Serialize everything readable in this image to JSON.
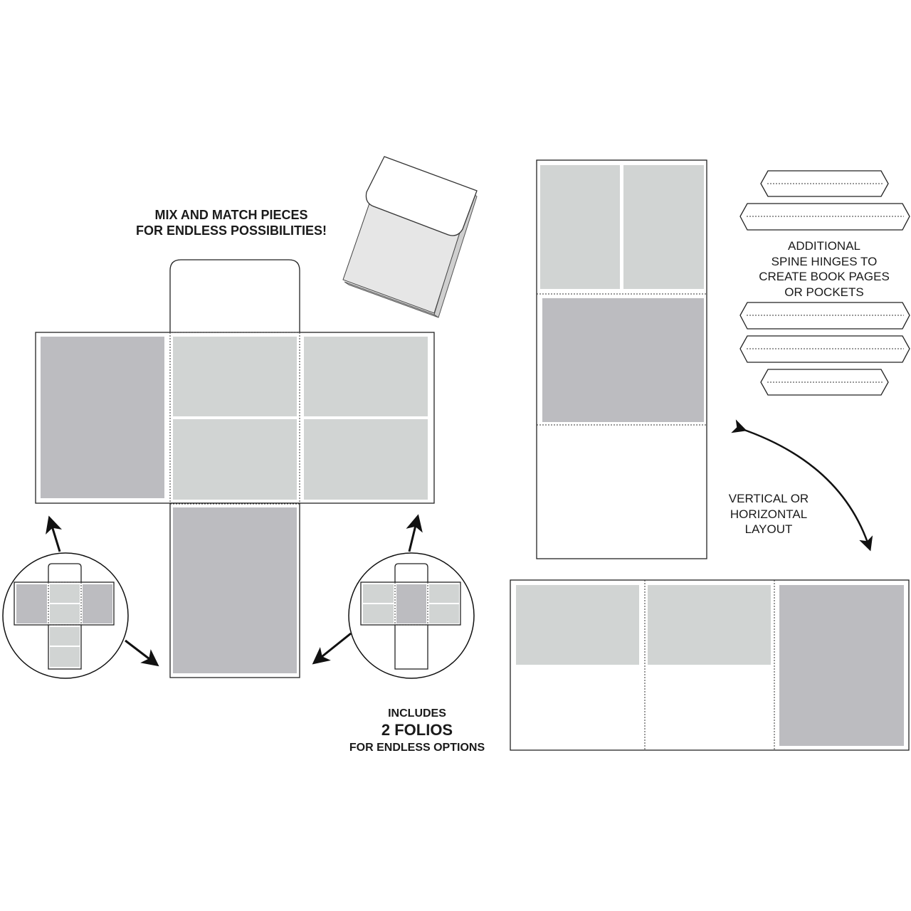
{
  "headline": {
    "line1": "MIX AND MATCH PIECES",
    "line2": "FOR ENDLESS POSSIBILITIES!"
  },
  "hinges_note": {
    "lines": [
      "ADDITIONAL",
      "SPINE HINGES TO",
      "CREATE BOOK PAGES",
      "OR POCKETS"
    ]
  },
  "layout_note": {
    "lines": [
      "VERTICAL OR",
      "HORIZONTAL",
      "LAYOUT"
    ]
  },
  "folios_note": {
    "line1": "INCLUDES",
    "line2": "2 FOLIOS",
    "line3": "FOR ENDLESS OPTIONS"
  },
  "colors": {
    "dark_panel": "#bcbcc0",
    "light_panel": "#d1d4d3",
    "outline": "#222222"
  }
}
